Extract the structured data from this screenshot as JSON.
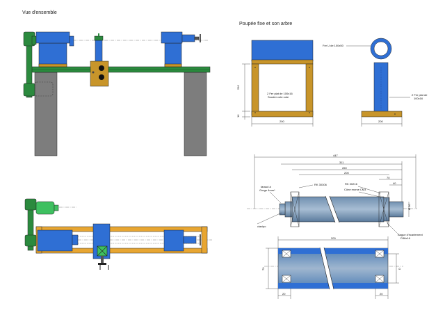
{
  "titles": {
    "overview": "Vue d'ensemble",
    "headstock": "Poupée fixe et son arbre"
  },
  "labels": {
    "fer_u": "Fer U de 100x50",
    "fers_plats_a": "2 Fer plat de 100x16",
    "souder_a": "Souder cote cote",
    "fers_plats_b": "2 Fer plat de",
    "fers_plats_b2": "100x16",
    "taraudage_1": "taraud à",
    "taraudage_2": "Gorge 4mm*",
    "chv": "clavipo",
    "rk_left": "RK 30306",
    "rk_right": "RK 30216",
    "cone": "Cône morse CM3",
    "bague_1": "Bague d'écartement",
    "bague_2": "D38x16"
  },
  "dims": {
    "front_height": "210",
    "front_foot": "16",
    "front_width": "200",
    "side_width": "200",
    "shaft_total": "447",
    "shaft_311": "311",
    "shaft_260": "260",
    "shaft_200": "200",
    "shaft_70": "70",
    "shaft_40": "40",
    "shaft_d30": "Ø 30",
    "plate_width": "200",
    "plate_left": "20",
    "plate_right": "20",
    "plate_h": "70",
    "plate_h2": "D"
  },
  "colors": {
    "blue": "#2f6fd4",
    "dark_blue": "#1c3f8c",
    "gray": "#7d7d7d",
    "green": "#2b8a3e",
    "wood": "#c8952a",
    "bright_green": "#3ec060"
  }
}
